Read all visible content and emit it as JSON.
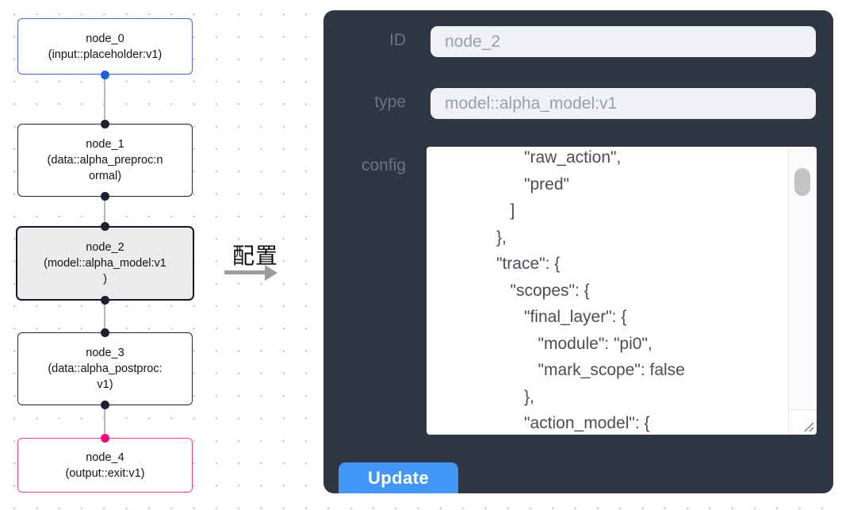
{
  "canvas": {
    "nodes": [
      {
        "title": "node_0",
        "type": "input::placeholder:v1",
        "subtitle_lines": "(input::placeholder:v1)"
      },
      {
        "title": "node_1",
        "type": "data::alpha_preproc:normal",
        "subtitle_lines": "(data::alpha_preproc:n\normal)"
      },
      {
        "title": "node_2",
        "type": "model::alpha_model:v1",
        "subtitle_lines": "(model::alpha_model:v1\n)",
        "selected": true
      },
      {
        "title": "node_3",
        "type": "data::alpha_postproc:v1",
        "subtitle_lines": "(data::alpha_postproc:\nv1)"
      },
      {
        "title": "node_4",
        "type": "output::exit:v1",
        "subtitle_lines": "(output::exit:v1)"
      }
    ],
    "colors": {
      "input_node_border": "#4468cb",
      "default_node_border": "#1e2235",
      "selected_node_border": "#14182b",
      "selected_node_bg": "#ebebeb",
      "exit_node_border": "#e8447f",
      "edge": "#b5b8bd",
      "port_default": "#1b2033",
      "port_output_blue": "#2160d6",
      "port_exit_pink": "#f2077e"
    }
  },
  "transition": {
    "label": "配置",
    "arrow_color": "#9c9c9c"
  },
  "panel": {
    "bg_color": "#2e3743",
    "fields": [
      {
        "label": "ID",
        "value": "node_2"
      },
      {
        "label": "type",
        "value": "model::alpha_model:v1"
      }
    ],
    "config_label": "config",
    "config_text": "                  \"raw_action\",\n                  \"pred\"\n               ]\n            },\n            \"trace\": {\n               \"scopes\": {\n                  \"final_layer\": {\n                     \"module\": \"pi0\",\n                     \"mark_scope\": false\n                  },\n                  \"action_model\": {",
    "update_label": "Update",
    "button_color": "#4196f6"
  }
}
